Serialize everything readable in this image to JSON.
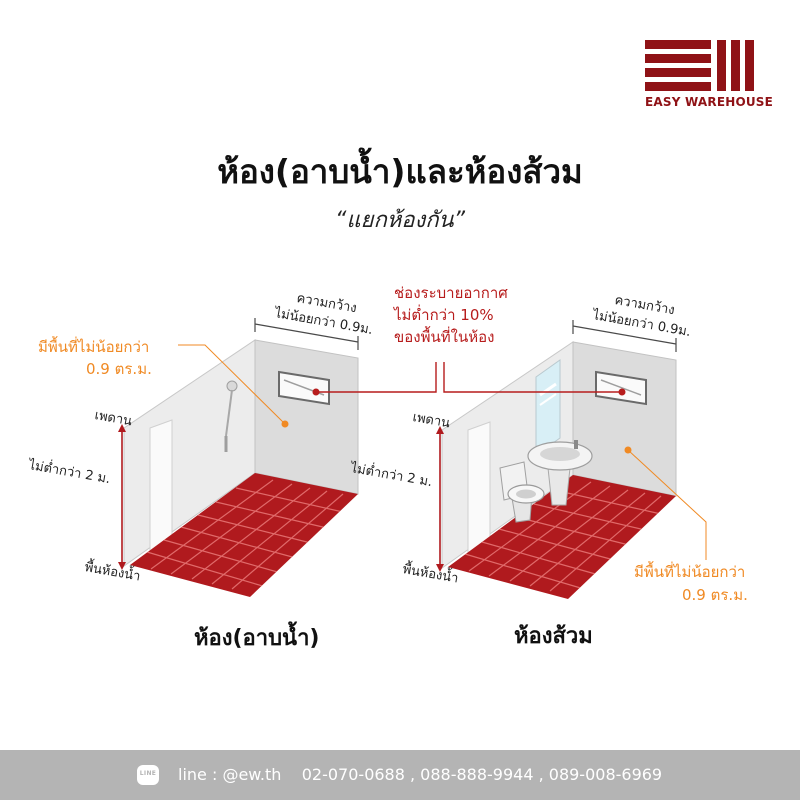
{
  "logo": {
    "name": "EASY WAREHOUSE"
  },
  "header": {
    "title": "ห้อง(อาบน้ำ)และห้องส้วม",
    "subtitle": "“แยกห้องกัน”"
  },
  "vent_note": [
    "ช่องระบายอากาศ",
    "ไม่ต่ำกว่า 10%",
    "ของพื้นที่ในห้อง"
  ],
  "left_room": {
    "label": "ห้อง(อาบน้ำ)",
    "width_note": [
      "ความกว้าง",
      "ไม่น้อยกว่า 0.9ม."
    ],
    "area_note": [
      "มีพื้นที่ไม่น้อยกว่า",
      "0.9 ตร.ม."
    ],
    "ceiling_label": "เพดาน",
    "height_note": "ไม่ต่ำกว่า 2 ม.",
    "floor_label": "พื้นห้องน้ำ"
  },
  "right_room": {
    "label": "ห้องส้วม",
    "width_note": [
      "ความกว้าง",
      "ไม่น้อยกว่า 0.9ม."
    ],
    "area_note": [
      "มีพื้นที่ไม่น้อยกว่า",
      "0.9 ตร.ม."
    ],
    "ceiling_label": "เพดาน",
    "height_note": "ไม่ต่ำกว่า 2 ม.",
    "floor_label": "พื้นห้องน้ำ"
  },
  "footer": {
    "line_icon_text": "LINE",
    "contact": "line : @ew.th    02-070-0688 , 088-888-9944 , 089-008-6969"
  },
  "colors": {
    "brand_red": "#8f1216",
    "tile_red": "#b01a1e",
    "vent_red": "#b71c1c",
    "note_orange": "#f08a24",
    "footer_gray": "#b4b4b4"
  }
}
